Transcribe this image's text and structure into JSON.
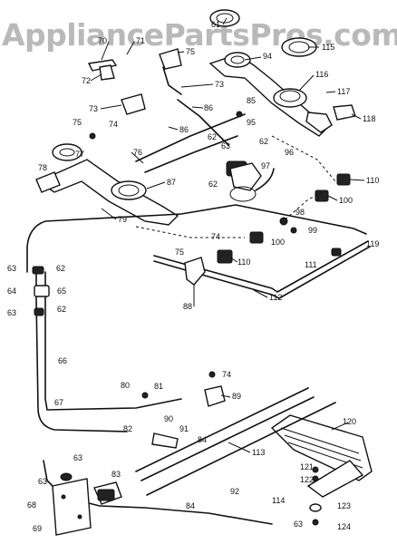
{
  "watermark": "AppliancePartsPros.com",
  "labels": {
    "l61": "61",
    "l62a": "62",
    "l62b": "62",
    "l62c": "62",
    "l62d": "62",
    "l62e": "62",
    "l63a": "63",
    "l63b": "63",
    "l63c": "63",
    "l63d": "63",
    "l63e": "63",
    "l63f": "63",
    "l64": "64",
    "l65": "65",
    "l66": "66",
    "l67": "67",
    "l68": "68",
    "l69": "69",
    "l70": "70",
    "l71": "71",
    "l72": "72",
    "l73a": "73",
    "l73b": "73",
    "l74a": "74",
    "l74b": "74",
    "l74c": "74",
    "l75a": "75",
    "l75b": "75",
    "l75c": "75",
    "l76": "76",
    "l77": "77",
    "l78": "78",
    "l79": "79",
    "l80": "80",
    "l81": "81",
    "l82": "82",
    "l83": "83",
    "l84a": "84",
    "l84b": "84",
    "l85": "85",
    "l86a": "86",
    "l86b": "86",
    "l87": "87",
    "l88": "88",
    "l89": "89",
    "l90": "90",
    "l91": "91",
    "l92": "92",
    "l94": "94",
    "l95": "95",
    "l96": "96",
    "l97": "97",
    "l98": "98",
    "l99": "99",
    "l100a": "100",
    "l100b": "100",
    "l110a": "110",
    "l110b": "110",
    "l111": "111",
    "l112": "112",
    "l113": "113",
    "l114": "114",
    "l115": "115",
    "l116": "116",
    "l117": "117",
    "l118": "118",
    "l119": "119",
    "l120": "120",
    "l121": "121",
    "l122": "122",
    "l123": "123",
    "l124": "124"
  }
}
